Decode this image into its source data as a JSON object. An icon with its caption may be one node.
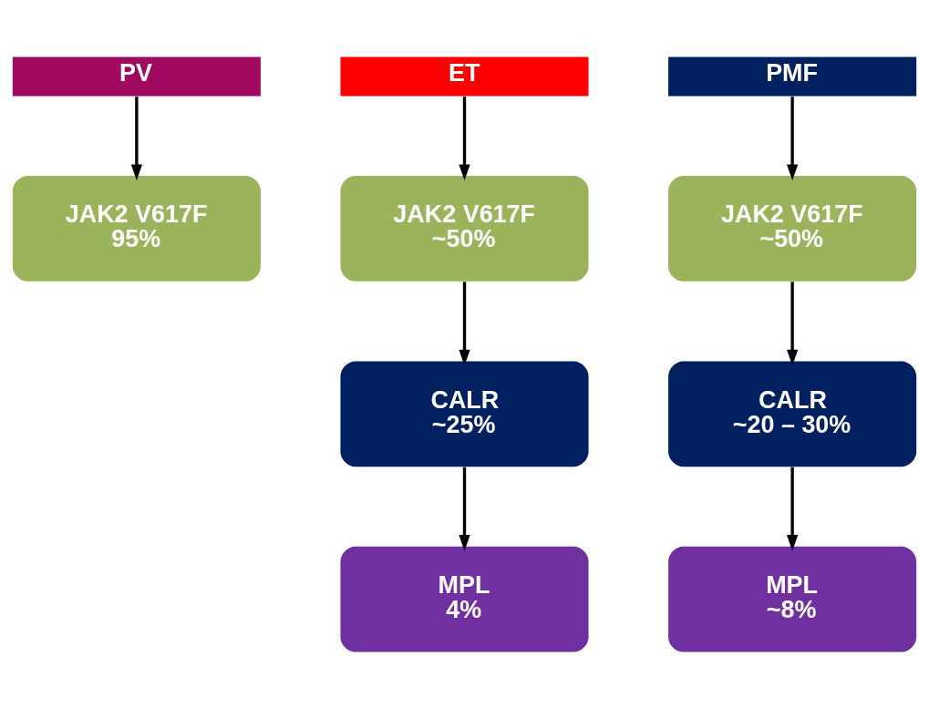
{
  "diagram": {
    "nodes": [
      {
        "text": [
          "PV"
        ]
      },
      {
        "text": [
          "ET"
        ]
      },
      {
        "text": [
          "PMF"
        ]
      },
      {
        "text": [
          "JAK2 V617F",
          "95%"
        ]
      },
      {
        "text": [
          "JAK2 V617F",
          "~50%"
        ]
      },
      {
        "text": [
          "JAK2 V617F",
          "~50%"
        ]
      },
      {
        "text": [
          "CALR",
          "~25%"
        ]
      },
      {
        "text": [
          "CALR",
          "~20 – 30%"
        ]
      },
      {
        "text": [
          "MPL",
          "4%"
        ]
      },
      {
        "text": [
          "MPL",
          "~8%"
        ]
      }
    ],
    "edges": [
      {
        "from": 0,
        "to": 3,
        "arrow": "to"
      },
      {
        "from": 1,
        "to": 4,
        "arrow": "to"
      },
      {
        "from": 2,
        "to": 5,
        "arrow": "to"
      },
      {
        "from": 4,
        "to": 6,
        "arrow": "to"
      },
      {
        "from": 5,
        "to": 7,
        "arrow": "to"
      },
      {
        "from": 6,
        "to": 8,
        "arrow": "to"
      },
      {
        "from": 7,
        "to": 9,
        "arrow": "to"
      }
    ]
  }
}
